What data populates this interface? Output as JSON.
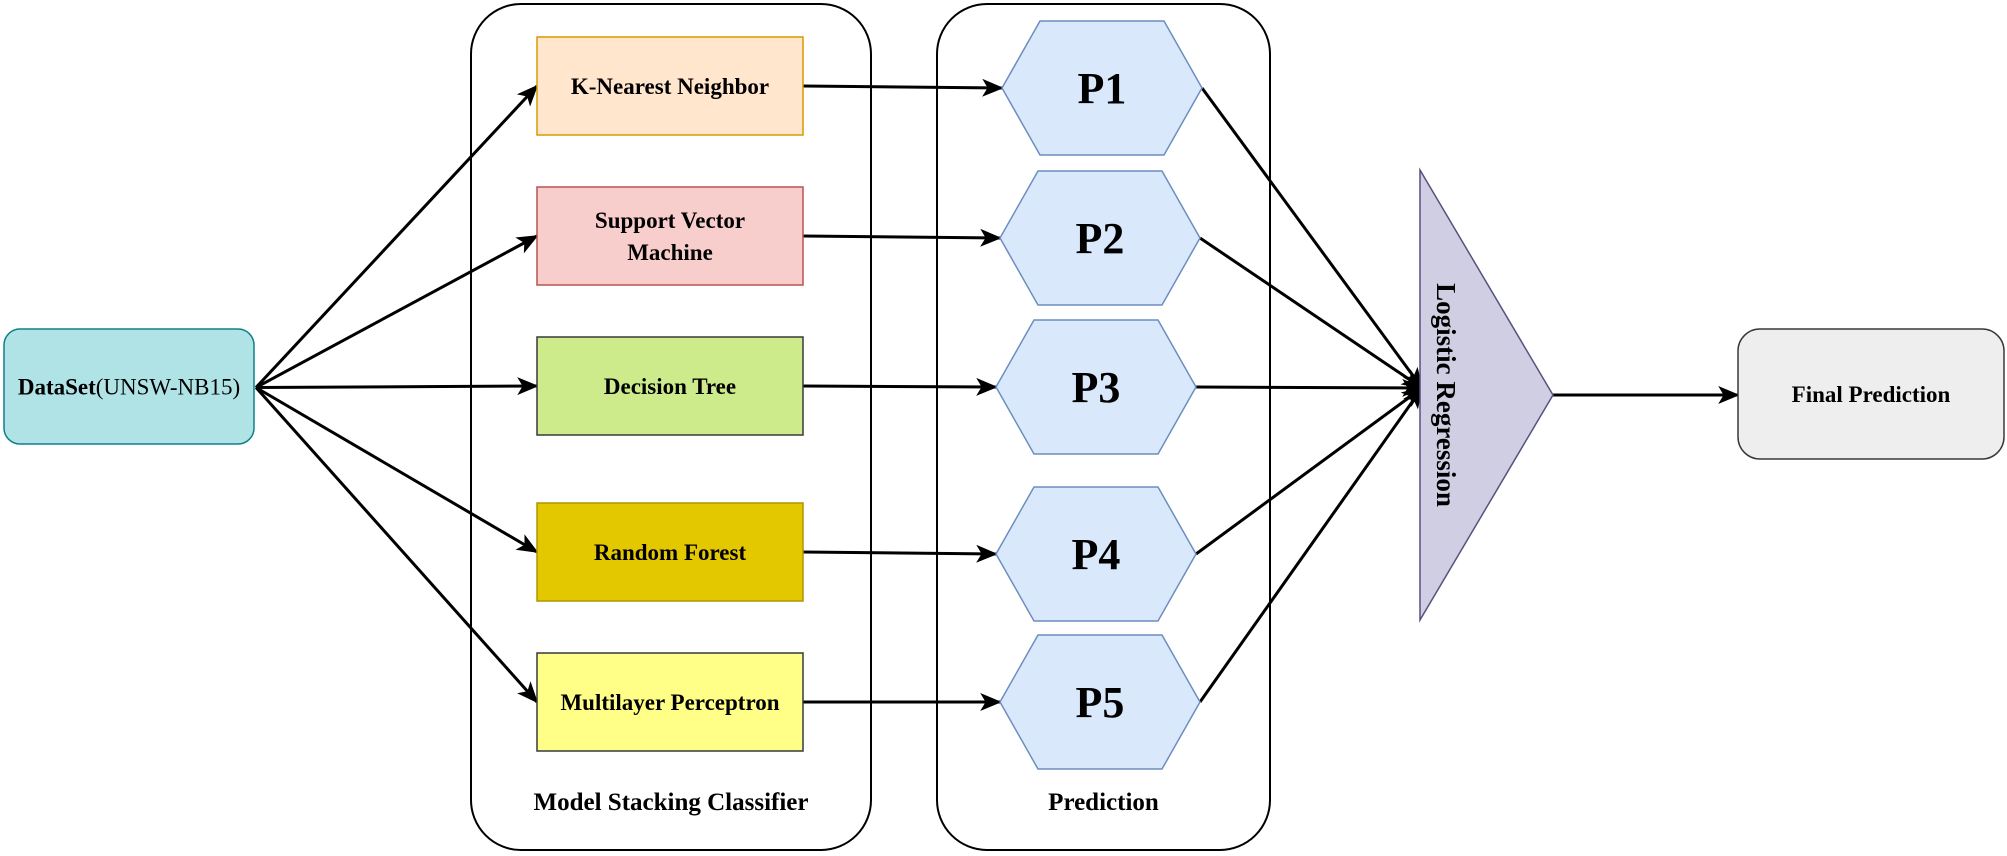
{
  "dataset": {
    "label_bold": "DataSet",
    "label_suffix": "(UNSW-NB15)",
    "fill": "#b0e3e6",
    "stroke": "#0e8088"
  },
  "stacking_group": {
    "label": "Model Stacking Classifier"
  },
  "prediction_group": {
    "label": "Prediction"
  },
  "models": [
    {
      "lines": [
        "K-Nearest Neighbor"
      ],
      "fill": "#ffe6cc",
      "stroke": "#d79b00"
    },
    {
      "lines": [
        "Support Vector",
        "Machine"
      ],
      "fill": "#f8cecc",
      "stroke": "#b85450"
    },
    {
      "lines": [
        "Decision Tree"
      ],
      "fill": "#cdeb8b",
      "stroke": "#36393d"
    },
    {
      "lines": [
        "Random Forest"
      ],
      "fill": "#e3c800",
      "stroke": "#b09500"
    },
    {
      "lines": [
        "Multilayer Perceptron"
      ],
      "fill": "#ffff88",
      "stroke": "#36393d"
    }
  ],
  "predictions": [
    {
      "label": "P1"
    },
    {
      "label": "P2"
    },
    {
      "label": "P3"
    },
    {
      "label": "P4"
    },
    {
      "label": "P5"
    }
  ],
  "prediction_style": {
    "fill": "#dae8fc",
    "stroke": "#6c8ebf"
  },
  "meta_learner": {
    "label": "Logistic Regression",
    "fill": "#d0cee2",
    "stroke": "#56517e"
  },
  "final": {
    "label": "Final Prediction",
    "fill": "#eeeeee",
    "stroke": "#36393d"
  }
}
